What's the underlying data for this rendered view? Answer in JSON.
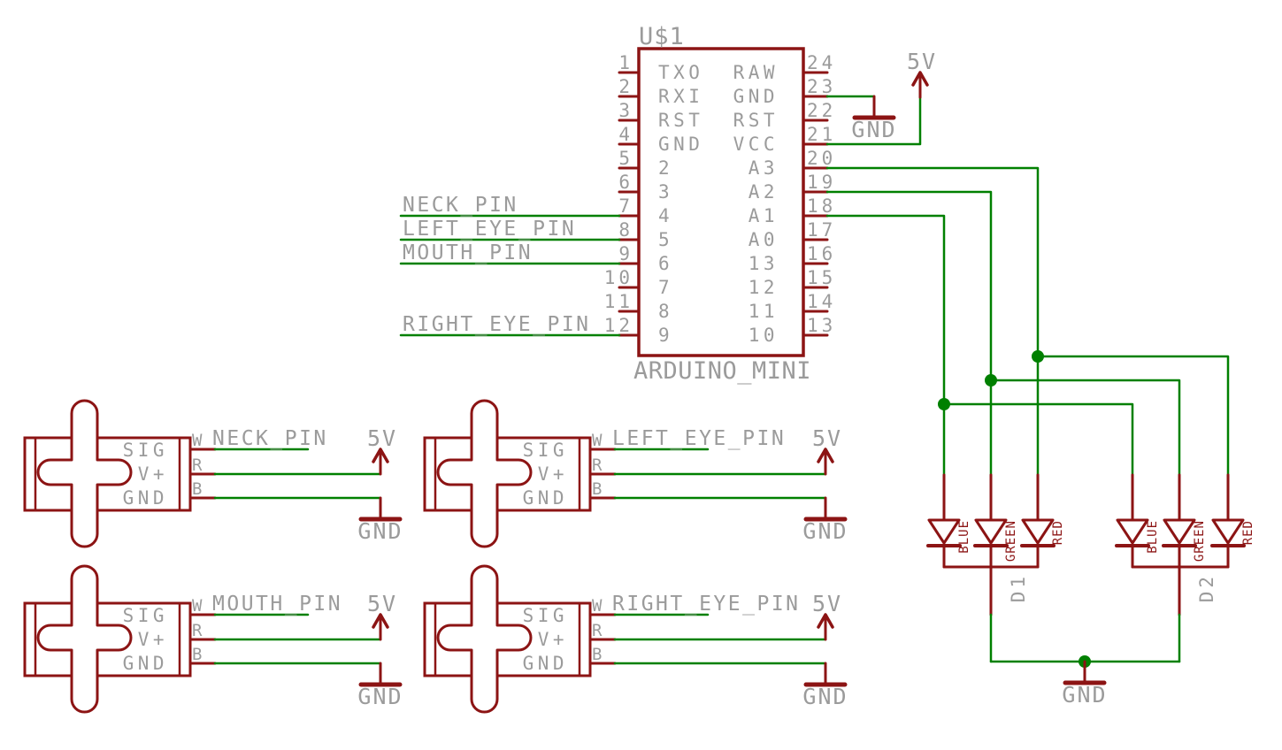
{
  "colors": {
    "component": "#8C1414",
    "net": "#008000",
    "label": "#9B9B9B"
  },
  "ic": {
    "refdes": "U$1",
    "value": "ARDUINO_MINI",
    "left_pins": [
      {
        "number": "1",
        "name": "TXO"
      },
      {
        "number": "2",
        "name": "RXI"
      },
      {
        "number": "3",
        "name": "RST"
      },
      {
        "number": "4",
        "name": "GND"
      },
      {
        "number": "5",
        "name": "2"
      },
      {
        "number": "6",
        "name": "3"
      },
      {
        "number": "7",
        "name": "4",
        "net": "NECK_PIN"
      },
      {
        "number": "8",
        "name": "5",
        "net": "LEFT_EYE_PIN"
      },
      {
        "number": "9",
        "name": "6",
        "net": "MOUTH_PIN"
      },
      {
        "number": "10",
        "name": "7"
      },
      {
        "number": "11",
        "name": "8"
      },
      {
        "number": "12",
        "name": "9",
        "net": "RIGHT_EYE_PIN"
      }
    ],
    "right_pins": [
      {
        "number": "24",
        "name": "RAW"
      },
      {
        "number": "23",
        "name": "GND",
        "connects": "GND"
      },
      {
        "number": "22",
        "name": "RST"
      },
      {
        "number": "21",
        "name": "VCC",
        "connects": "5V"
      },
      {
        "number": "20",
        "name": "A3",
        "connects": "LED"
      },
      {
        "number": "19",
        "name": "A2",
        "connects": "LED"
      },
      {
        "number": "18",
        "name": "A1",
        "connects": "LED"
      },
      {
        "number": "17",
        "name": "A0"
      },
      {
        "number": "16",
        "name": "13"
      },
      {
        "number": "15",
        "name": "12"
      },
      {
        "number": "14",
        "name": "11"
      },
      {
        "number": "13",
        "name": "10"
      }
    ]
  },
  "power": {
    "vcc_label": "5V",
    "gnd_label": "GND"
  },
  "servos": [
    {
      "net": "NECK_PIN",
      "pin_names": [
        "SIG",
        "V+",
        "GND"
      ],
      "wire_tags": [
        "W",
        "R",
        "B"
      ],
      "power_label": "5V",
      "ground_label": "GND"
    },
    {
      "net": "LEFT_EYE_PIN",
      "pin_names": [
        "SIG",
        "V+",
        "GND"
      ],
      "wire_tags": [
        "W",
        "R",
        "B"
      ],
      "power_label": "5V",
      "ground_label": "GND"
    },
    {
      "net": "MOUTH_PIN",
      "pin_names": [
        "SIG",
        "V+",
        "GND"
      ],
      "wire_tags": [
        "W",
        "R",
        "B"
      ],
      "power_label": "5V",
      "ground_label": "GND"
    },
    {
      "net": "RIGHT_EYE_PIN",
      "pin_names": [
        "SIG",
        "V+",
        "GND"
      ],
      "wire_tags": [
        "W",
        "R",
        "B"
      ],
      "power_label": "5V",
      "ground_label": "GND"
    }
  ],
  "led_groups": [
    {
      "designator": "D1",
      "colors": [
        "BLUE",
        "GREEN",
        "RED"
      ]
    },
    {
      "designator": "D2",
      "colors": [
        "BLUE",
        "GREEN",
        "RED"
      ]
    }
  ],
  "led_ground_label": "GND"
}
